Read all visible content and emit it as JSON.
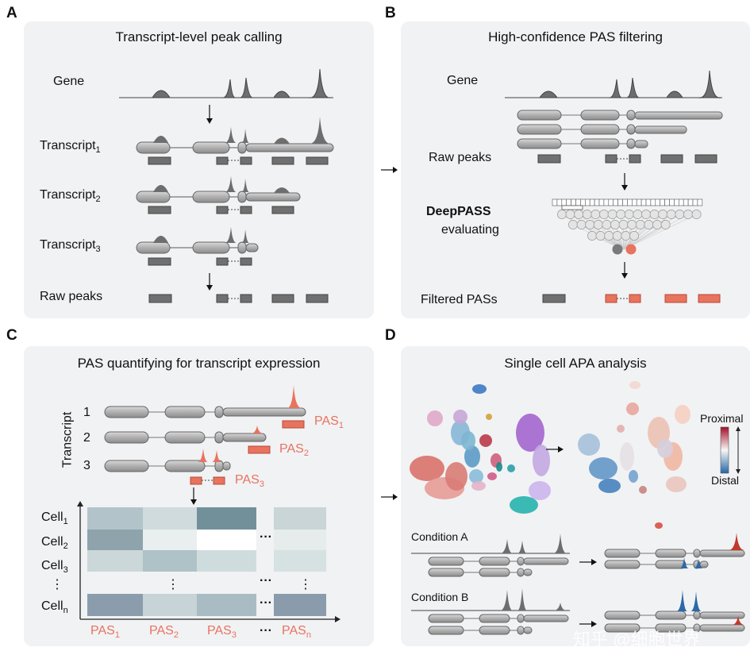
{
  "panels": {
    "a": {
      "letter": "A",
      "title": "Transcript-level peak calling",
      "gene": "Gene",
      "transcript": "Transcript",
      "sub1": "1",
      "sub2": "2",
      "sub3": "3",
      "raw_peaks": "Raw peaks"
    },
    "b": {
      "letter": "B",
      "title": "High-confidence PAS filtering",
      "gene": "Gene",
      "raw_peaks": "Raw peaks",
      "model": "DeepPASS",
      "evaluating": "evaluating",
      "filtered": "Filtered PASs"
    },
    "c": {
      "letter": "C",
      "title": "PAS quantifying for transcript expression",
      "axis_label": "Transcript",
      "t1": "1",
      "t2": "2",
      "t3": "3",
      "pas": "PAS",
      "pas1": "1",
      "pas2": "2",
      "pas3": "3",
      "pasn": "n",
      "cell": "Cell",
      "cell1": "1",
      "cell2": "2",
      "cell3": "3",
      "celln": "n",
      "vdots": "⋮",
      "hdots": "···"
    },
    "d": {
      "letter": "D",
      "title": "Single cell APA analysis",
      "proximal": "Proximal",
      "distal": "Distal",
      "condition_a": "Condition A",
      "condition_b": "Condition B"
    }
  },
  "watermark": "知乎 @细胞世界",
  "colors": {
    "accent": "#e8735f",
    "peak": "#6e6e6e",
    "panel_bg": "#f1f2f4"
  }
}
